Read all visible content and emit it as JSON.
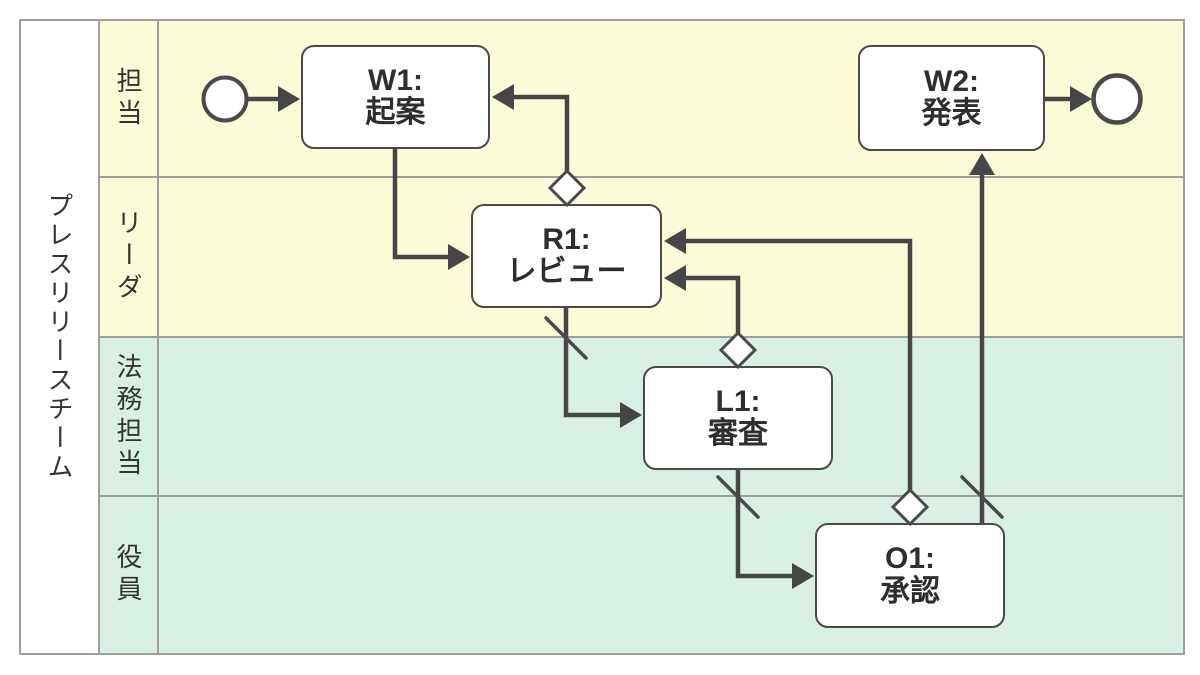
{
  "title": "プレスリリースチーム",
  "lanes": [
    {
      "id": "tanto",
      "label": "担当",
      "tone": "yellow"
    },
    {
      "id": "leader",
      "label": "リーダ",
      "tone": "yellow"
    },
    {
      "id": "legal",
      "label": "法務担当",
      "tone": "green"
    },
    {
      "id": "exec",
      "label": "役員",
      "tone": "green"
    }
  ],
  "nodes": [
    {
      "id": "start",
      "type": "start-event",
      "lane": "担当"
    },
    {
      "id": "W1",
      "label": "W1:\n起案",
      "lane": "担当"
    },
    {
      "id": "R1",
      "label": "R1:\nレビュー",
      "lane": "リーダ"
    },
    {
      "id": "L1",
      "label": "L1:\n審査",
      "lane": "法務担当"
    },
    {
      "id": "O1",
      "label": "O1:\n承認",
      "lane": "役員"
    },
    {
      "id": "W2",
      "label": "W2:\n発表",
      "lane": "担当"
    },
    {
      "id": "end",
      "type": "end-event",
      "lane": "担当"
    }
  ],
  "edges": [
    {
      "from": "start",
      "to": "W1"
    },
    {
      "from": "W1",
      "to": "R1"
    },
    {
      "from": "R1",
      "to": "W1",
      "marker": "diamond"
    },
    {
      "from": "R1",
      "to": "L1",
      "marker": "slash"
    },
    {
      "from": "L1",
      "to": "R1",
      "marker": "diamond"
    },
    {
      "from": "L1",
      "to": "O1",
      "marker": "slash"
    },
    {
      "from": "O1",
      "to": "R1",
      "marker": "diamond"
    },
    {
      "from": "O1",
      "to": "W2",
      "marker": "slash"
    },
    {
      "from": "W2",
      "to": "end"
    }
  ],
  "colors": {
    "lane_yellow": "#fbfbd7",
    "lane_green": "#d8f0e3",
    "grid_line": "#9e9e9e",
    "shape_stroke": "#4a4a4a",
    "edge_stroke": "#464646",
    "node_fill": "#ffffff",
    "text": "#2e2e2e"
  }
}
